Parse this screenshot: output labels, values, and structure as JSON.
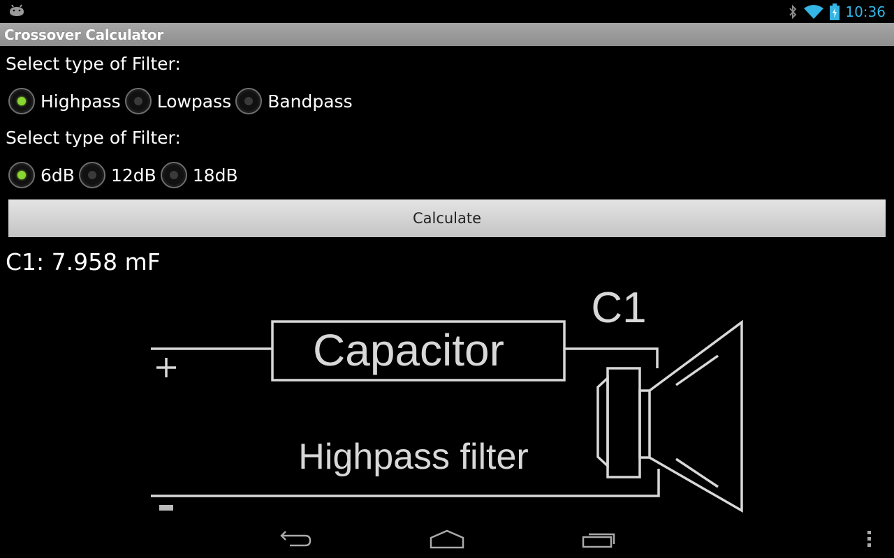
{
  "statusbar": {
    "notification_icon": "android-debug-icon",
    "icons": [
      "bluetooth-icon",
      "wifi-icon",
      "battery-charging-icon"
    ],
    "time": "10:36",
    "accent": "#33b5e5"
  },
  "app": {
    "title": "Crossover Calculator"
  },
  "filter_type": {
    "label": "Select type of Filter:",
    "options": [
      {
        "label": "Highpass",
        "checked": true
      },
      {
        "label": "Lowpass",
        "checked": false
      },
      {
        "label": "Bandpass",
        "checked": false
      }
    ]
  },
  "filter_slope": {
    "label": "Select type of Filter:",
    "options": [
      {
        "label": "6dB",
        "checked": true
      },
      {
        "label": "12dB",
        "checked": false
      },
      {
        "label": "18dB",
        "checked": false
      }
    ]
  },
  "calculate_button": {
    "label": "Calculate"
  },
  "result": {
    "text": "C1: 7.958 mF"
  },
  "diagram": {
    "component_label": "C1",
    "component_name": "Capacitor",
    "plus_sign": "+",
    "caption": "Highpass filter"
  },
  "navbar": {
    "buttons": [
      "back-icon",
      "home-icon",
      "recent-apps-icon"
    ],
    "menu": "overflow-menu-icon"
  },
  "colors": {
    "radio_checked": "#8ad630",
    "titlebar": "#999999"
  }
}
